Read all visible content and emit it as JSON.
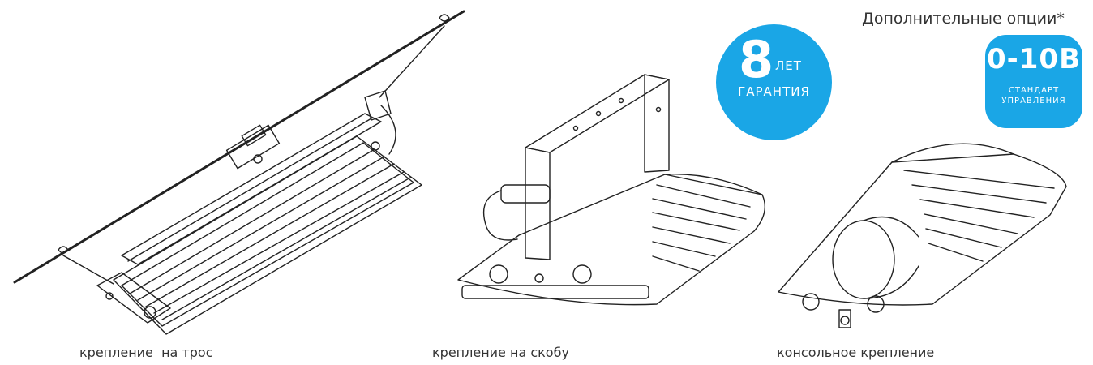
{
  "colors": {
    "accent": "#1aa6e6",
    "text": "#333333",
    "line": "#222222"
  },
  "warranty_badge": {
    "number": "8",
    "unit": "ЛЕТ",
    "label": "ГАРАНТИЯ"
  },
  "options": {
    "title": "Дополнительные опции*",
    "control_badge": {
      "value": "0-10В",
      "line1": "СТАНДАРТ",
      "line2": "УПРАВЛЕНИЯ"
    }
  },
  "products": [
    {
      "caption": "крепление  на трос",
      "illustration": "cable-mount-luminaire-icon"
    },
    {
      "caption": "крепление на скобу",
      "illustration": "bracket-mount-luminaire-icon"
    },
    {
      "caption": "консольное крепление",
      "illustration": "console-mount-luminaire-icon"
    }
  ]
}
